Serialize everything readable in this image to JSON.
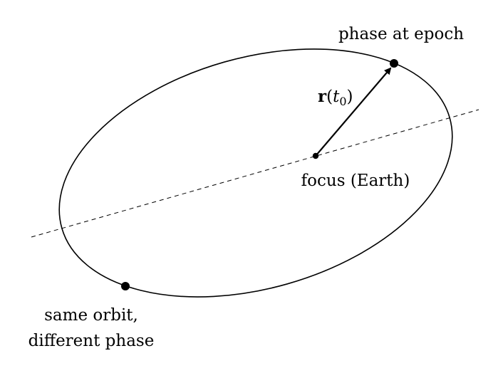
{
  "labels": {
    "phase_at_epoch": "phase at epoch",
    "position_vector": {
      "symbol": "r",
      "open": "(",
      "var": "t",
      "sub": "0",
      "close": ")"
    },
    "focus": "focus (Earth)",
    "same_orbit_line1": "same orbit,",
    "same_orbit_line2": "different phase"
  },
  "colors": {
    "stroke": "#000000",
    "background": "#ffffff"
  }
}
